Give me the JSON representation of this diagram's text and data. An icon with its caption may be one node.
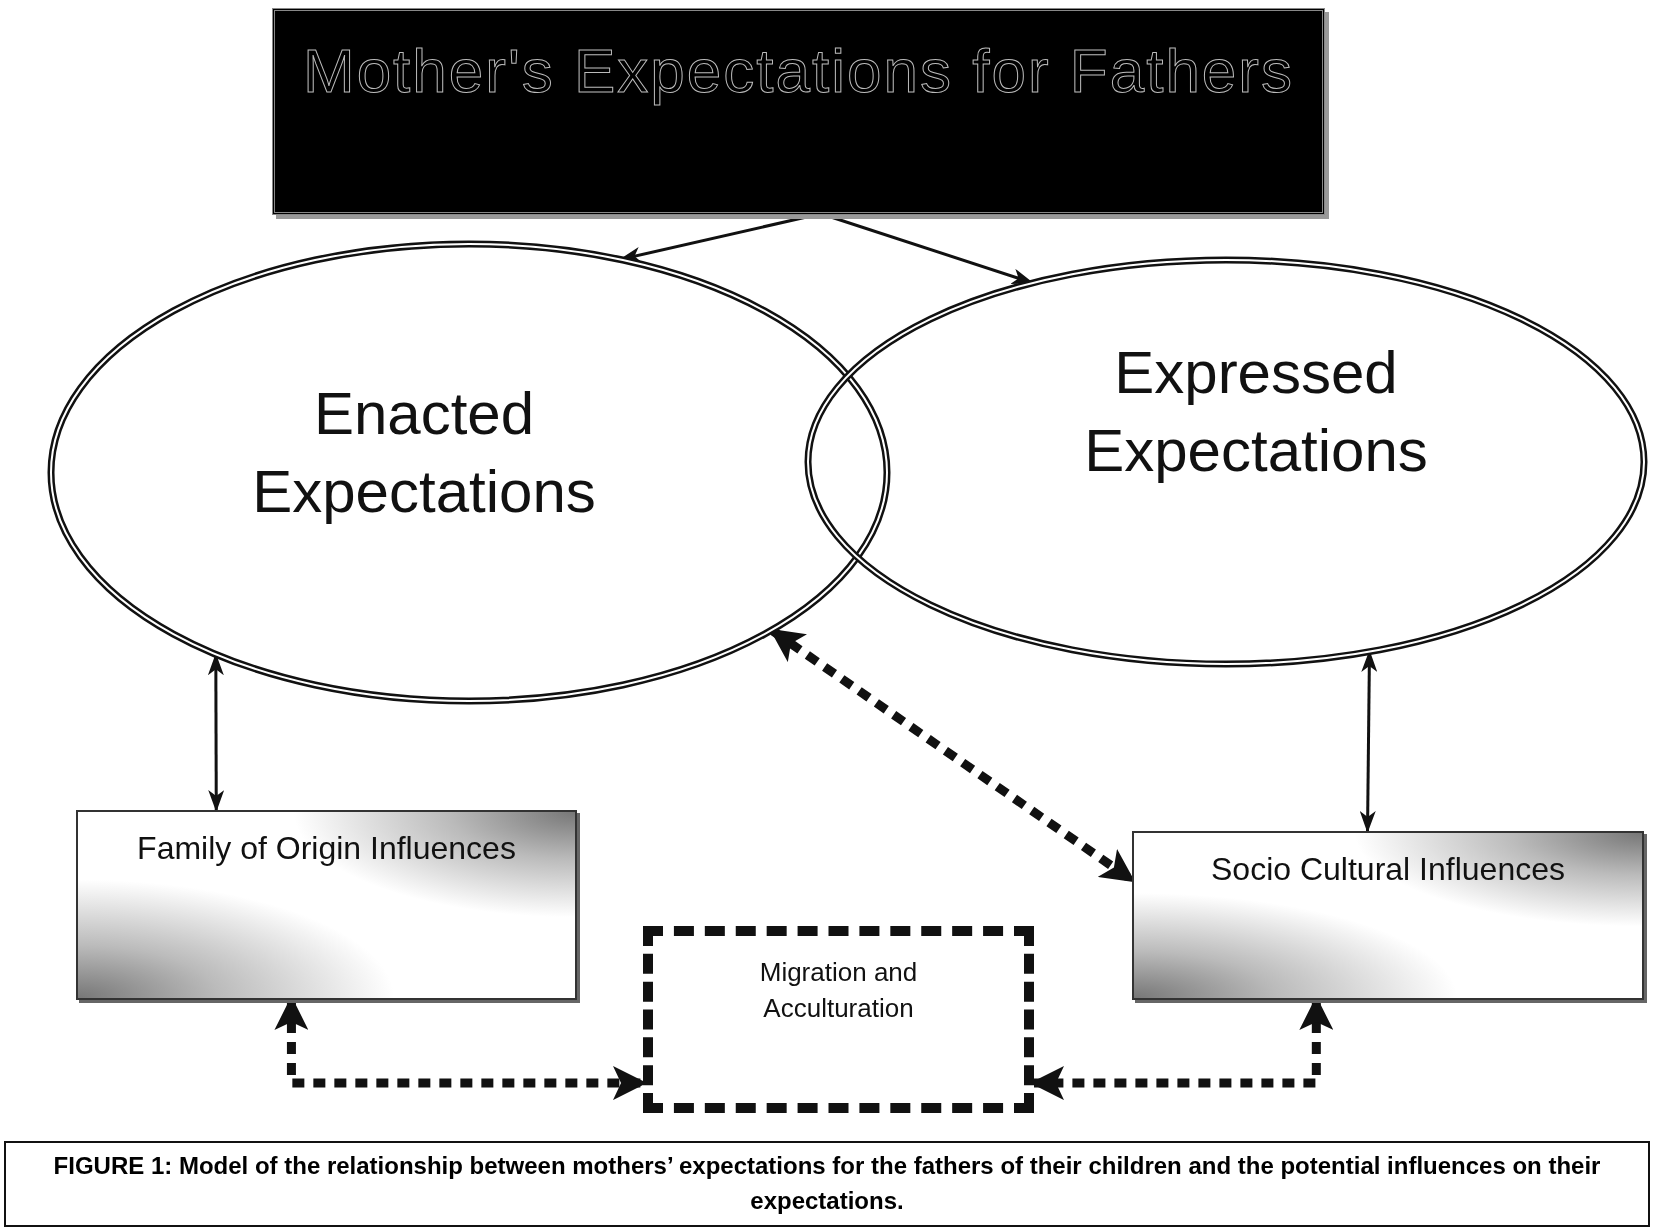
{
  "diagram": {
    "caption": "FIGURE 1: Model of the relationship between mothers’ expectations for the fathers of their children and the potential influences on their expectations.",
    "nodes": [
      {
        "text": [
          "Mother's Expectations for Fathers"
        ]
      },
      {
        "text": [
          "Enacted Expectations"
        ]
      },
      {
        "text": [
          "Expressed Expectations"
        ]
      },
      {
        "text": [
          "Family of Origin Influences"
        ]
      },
      {
        "text": [
          "Socio Cultural Influences"
        ]
      },
      {
        "text": [
          "Migration and Acculturation"
        ]
      }
    ],
    "edges": [
      {
        "from": 0,
        "to": 1,
        "arrow": "to"
      },
      {
        "from": 0,
        "to": 2,
        "arrow": "to"
      },
      {
        "from": 1,
        "to": 3,
        "arrow": "both"
      },
      {
        "from": 2,
        "to": 4,
        "arrow": "both"
      },
      {
        "from": 1,
        "to": 4,
        "arrow": "both",
        "style": "dashed"
      },
      {
        "from": 3,
        "to": 5,
        "arrow": "both",
        "style": "dashed"
      },
      {
        "from": 4,
        "to": 5,
        "arrow": "both",
        "style": "dashed"
      }
    ]
  }
}
